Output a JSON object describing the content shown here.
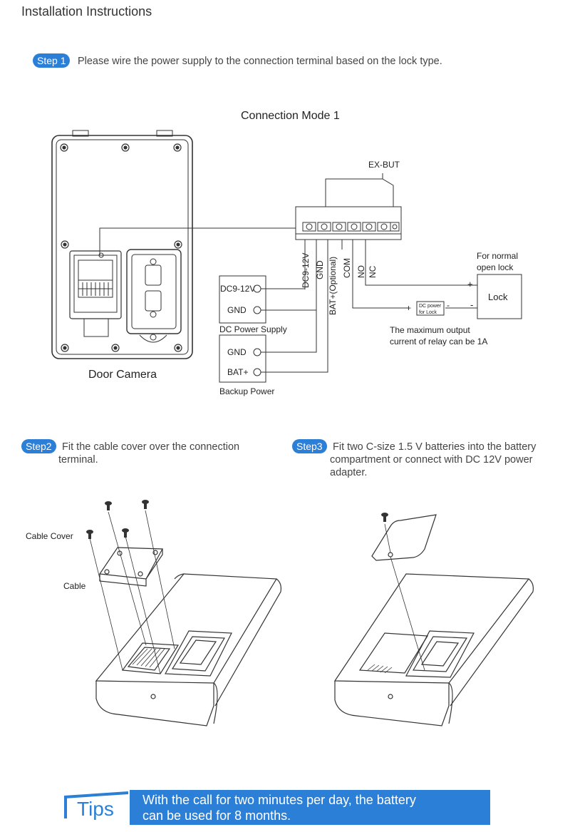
{
  "title": "Installation Instructions",
  "step1": {
    "badge": "Step 1",
    "text": "Please wire the power supply to the connection terminal based on the lock type."
  },
  "connection_mode": "Connection Mode 1",
  "exbut": "EX-BUT",
  "terminals": [
    "DC9-12V",
    "GND",
    "BAT+(Optional)",
    "COM",
    "NO",
    "NC"
  ],
  "dc_supply": {
    "pin1": "DC9-12V",
    "pin2": "GND",
    "label": "DC Power Supply"
  },
  "backup": {
    "pin1": "GND",
    "pin2": "BAT+",
    "label": "Backup Power"
  },
  "door_camera": "Door Camera",
  "for_normal": "For normal",
  "open_lock": "open lock",
  "lock": "Lock",
  "dc_power_lock_1": "DC power",
  "dc_power_lock_2": "for Lock",
  "relay_note_1": "The  maximum output",
  "relay_note_2": "current of relay can be 1A",
  "step2": {
    "badge": "Step2",
    "line1": "Fit the cable cover over the connection",
    "line2": "terminal."
  },
  "step3": {
    "badge": "Step3",
    "line1": "Fit two C-size 1.5 V batteries into the battery",
    "line2": "compartment or connect with DC 12V power",
    "line3": "adapter."
  },
  "cable_cover": "Cable Cover",
  "cable": "Cable",
  "tips": {
    "label": "Tips",
    "line1": "With the call for two minutes per day, the battery",
    "line2": "can be used for 8 months."
  },
  "colors": {
    "accent": "#2b7fd6"
  }
}
